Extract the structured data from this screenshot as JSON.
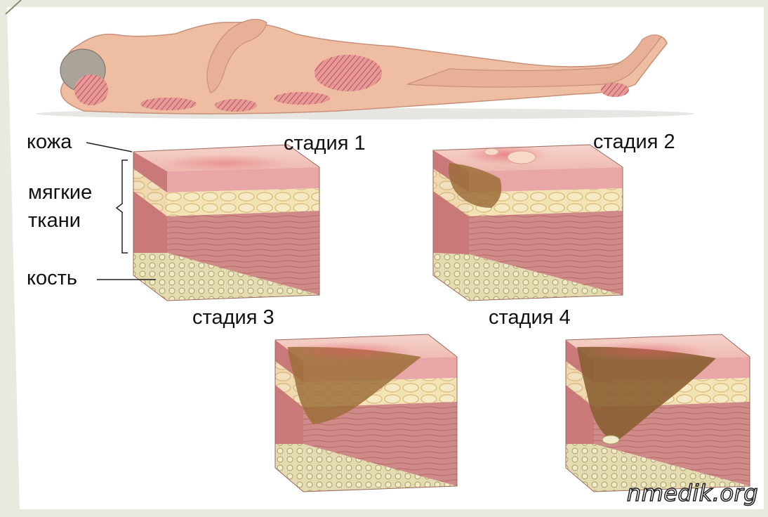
{
  "labels": {
    "skin": "кожа",
    "soft_tissue_line1": "мягкие",
    "soft_tissue_line2": "ткани",
    "bone": "кость",
    "stage1": "стадия 1",
    "stage2": "стадия 2",
    "stage3": "стадия 3",
    "stage4": "стадия 4"
  },
  "watermark": "nmedik.org",
  "colors": {
    "background": "#e9eadf",
    "panel": "#ffffff",
    "skin": "#eebda2",
    "pressure_zone": "#c9606a",
    "muscle": "#cf8b87",
    "fat": "#f1dcab",
    "bone": "#d9d1a3",
    "wound": "#9c6e3a"
  }
}
